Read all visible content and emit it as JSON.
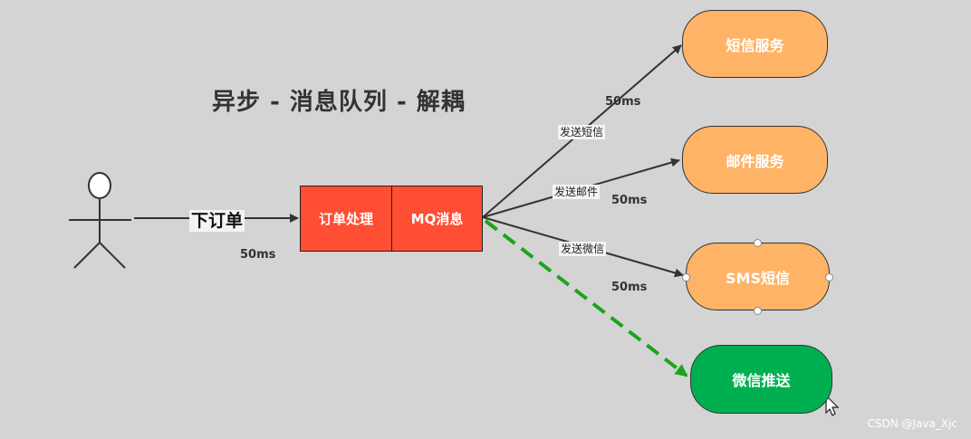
{
  "title": "异步 - 消息队列 - 解耦",
  "order_edge_label": "下订单",
  "order_latency": "50ms",
  "process_boxes": {
    "order": "订单处理",
    "mq": "MQ消息"
  },
  "services": [
    {
      "label": "短信服务",
      "edge_label": "发送短信",
      "latency": "50ms"
    },
    {
      "label": "邮件服务",
      "edge_label": "发送邮件",
      "latency": "50ms"
    },
    {
      "label": "SMS短信",
      "edge_label": "发送微信",
      "latency": "50ms"
    },
    {
      "label": "微信推送"
    }
  ],
  "colors": {
    "background": "#d4d4d4",
    "process": "#ff4e34",
    "service": "#ffb366",
    "wechat": "#00b050",
    "dashed_arrow": "#1aa51a"
  },
  "watermark": "CSDN @Java_Xjc"
}
